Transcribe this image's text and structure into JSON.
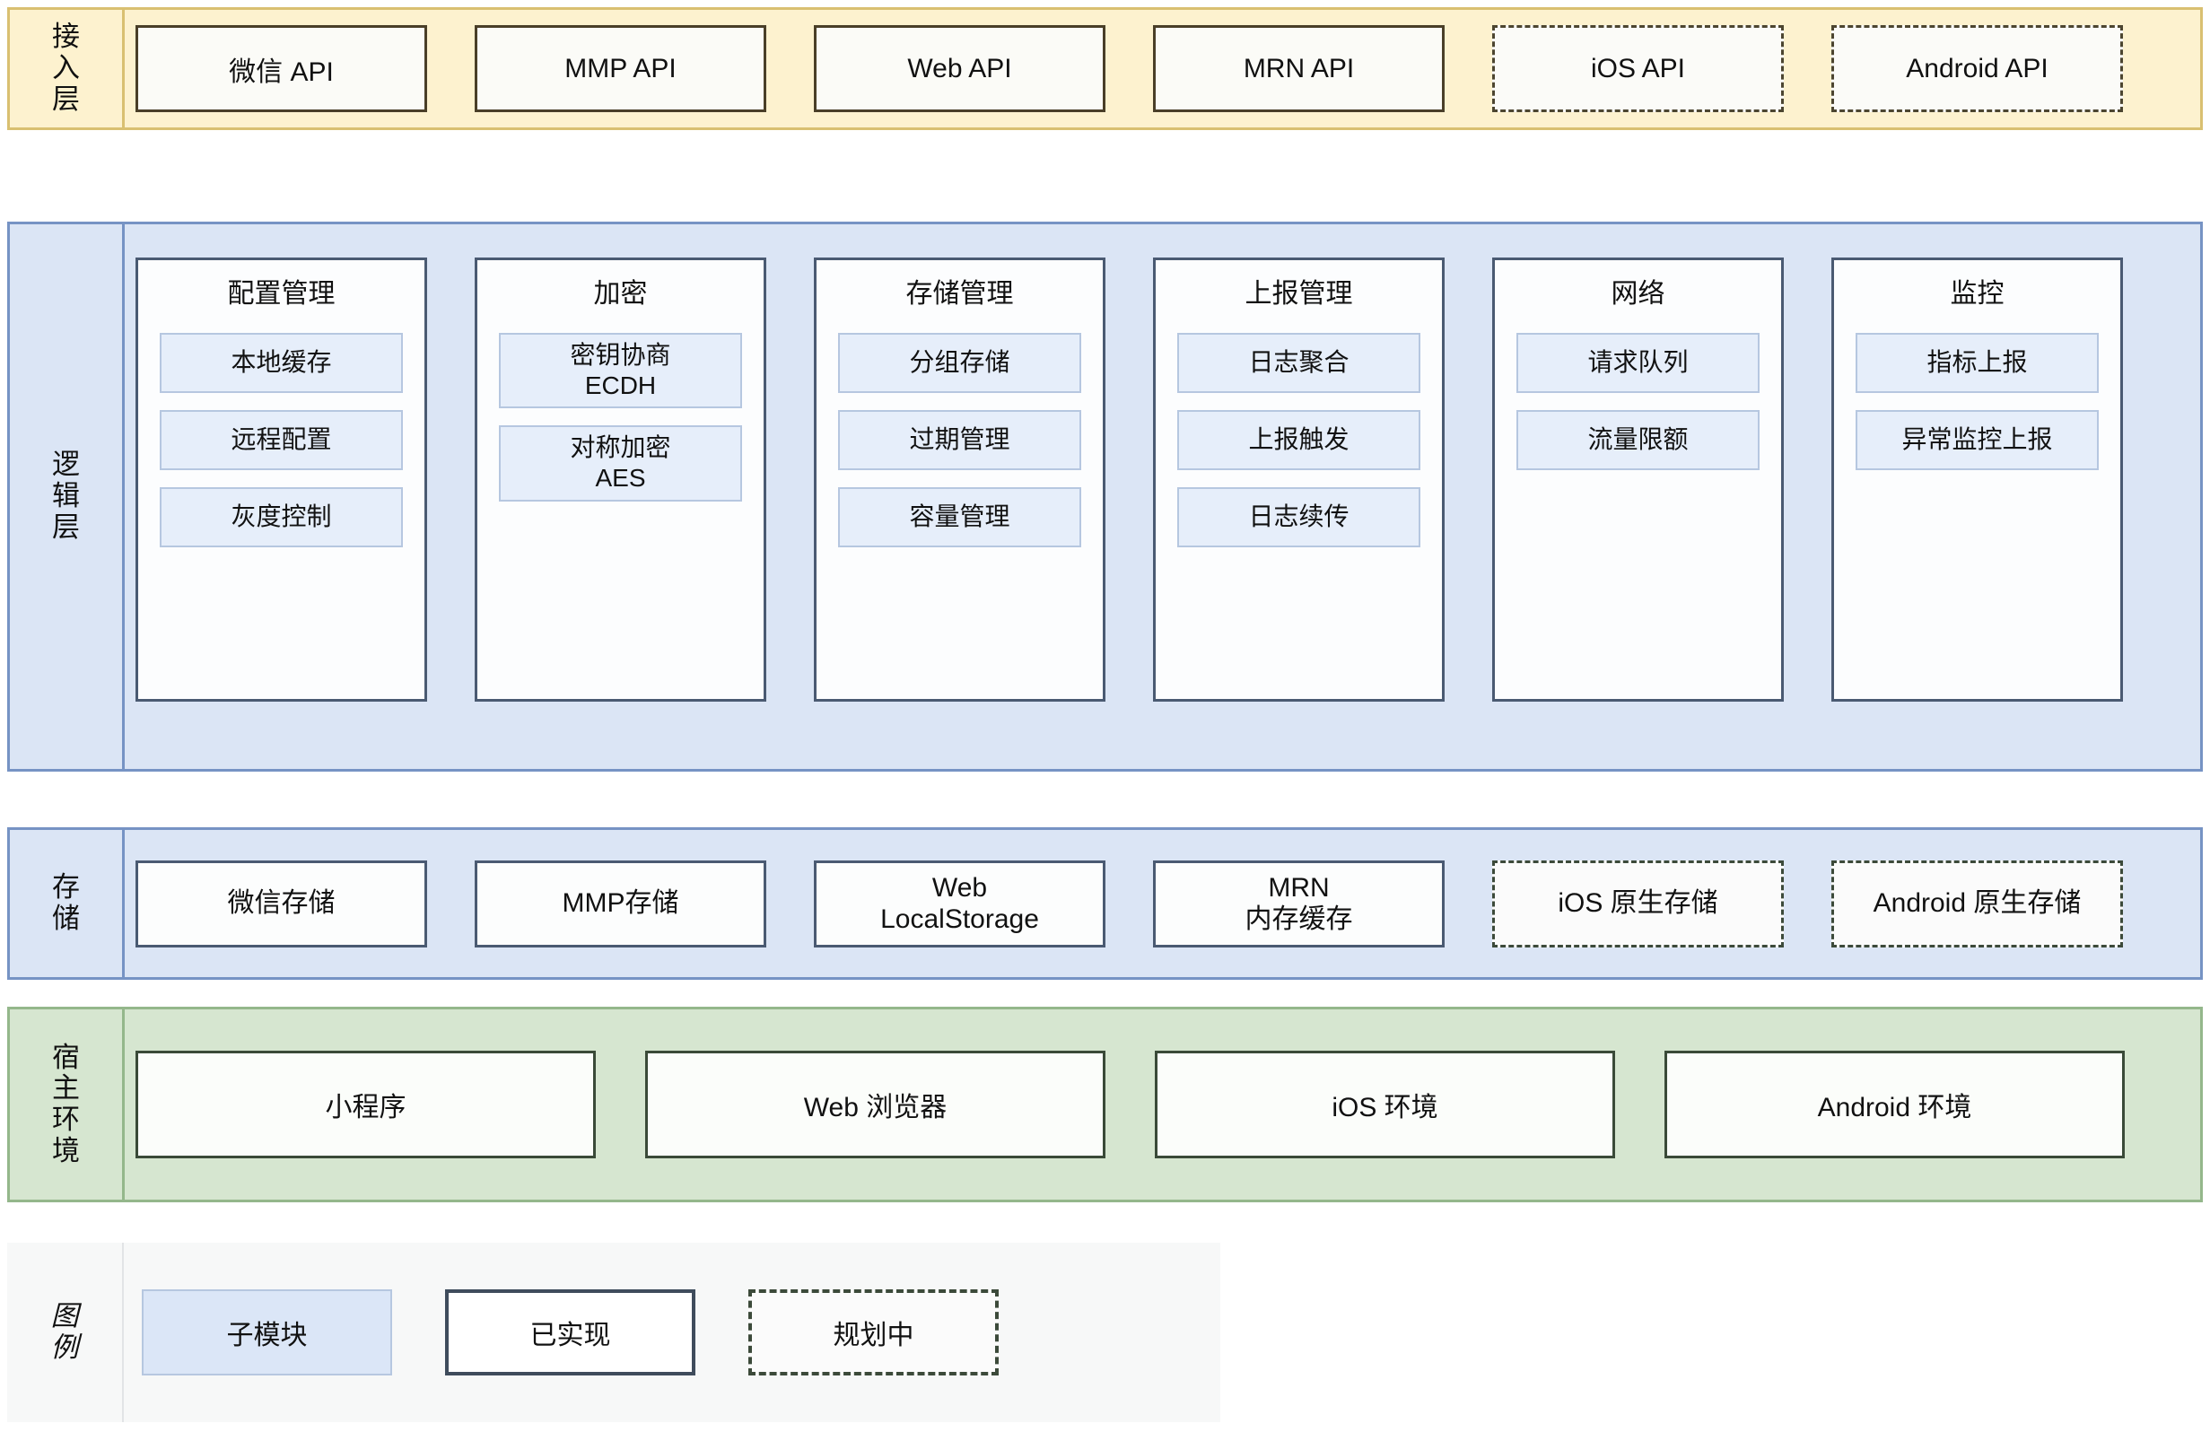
{
  "layers": {
    "access": {
      "label": "接入层",
      "items": [
        {
          "label": "微信 API",
          "status": "done"
        },
        {
          "label": "MMP API",
          "status": "done"
        },
        {
          "label": "Web API",
          "status": "done"
        },
        {
          "label": "MRN API",
          "status": "done"
        },
        {
          "label": "iOS API",
          "status": "planned"
        },
        {
          "label": "Android API",
          "status": "planned"
        }
      ]
    },
    "logic": {
      "label": "逻辑层",
      "modules": [
        {
          "title": "配置管理",
          "submodules": [
            {
              "line1": "本地缓存",
              "line2": ""
            },
            {
              "line1": "远程配置",
              "line2": ""
            },
            {
              "line1": "灰度控制",
              "line2": ""
            }
          ]
        },
        {
          "title": "加密",
          "submodules": [
            {
              "line1": "密钥协商",
              "line2": "ECDH"
            },
            {
              "line1": "对称加密",
              "line2": "AES"
            }
          ]
        },
        {
          "title": "存储管理",
          "submodules": [
            {
              "line1": "分组存储",
              "line2": ""
            },
            {
              "line1": "过期管理",
              "line2": ""
            },
            {
              "line1": "容量管理",
              "line2": ""
            }
          ]
        },
        {
          "title": "上报管理",
          "submodules": [
            {
              "line1": "日志聚合",
              "line2": ""
            },
            {
              "line1": "上报触发",
              "line2": ""
            },
            {
              "line1": "日志续传",
              "line2": ""
            }
          ]
        },
        {
          "title": "网络",
          "submodules": [
            {
              "line1": "请求队列",
              "line2": ""
            },
            {
              "line1": "流量限额",
              "line2": ""
            }
          ]
        },
        {
          "title": "监控",
          "submodules": [
            {
              "line1": "指标上报",
              "line2": ""
            },
            {
              "line1": "异常监控上报",
              "line2": ""
            }
          ]
        }
      ]
    },
    "storage": {
      "label": "存储",
      "items": [
        {
          "line1": "微信存储",
          "line2": "",
          "status": "done"
        },
        {
          "line1": "MMP存储",
          "line2": "",
          "status": "done"
        },
        {
          "line1": "Web",
          "line2": "LocalStorage",
          "status": "done"
        },
        {
          "line1": "MRN",
          "line2": "内存缓存",
          "status": "done"
        },
        {
          "line1": "iOS 原生存储",
          "line2": "",
          "status": "planned"
        },
        {
          "line1": "Android 原生存储",
          "line2": "",
          "status": "planned"
        }
      ]
    },
    "host": {
      "label": "宿主环境",
      "items": [
        {
          "label": "小程序"
        },
        {
          "label": "Web 浏览器"
        },
        {
          "label": "iOS 环境"
        },
        {
          "label": "Android 环境"
        }
      ]
    }
  },
  "legend": {
    "label": "图例",
    "items": [
      {
        "label": "子模块",
        "kind": "sub"
      },
      {
        "label": "已实现",
        "kind": "done"
      },
      {
        "label": "规划中",
        "kind": "planned"
      }
    ]
  },
  "colors": {
    "access_fill": "#fdf2cf",
    "access_border": "#d9c071",
    "access_box_border": "#4a3f28",
    "logic_fill": "#dbe5f5",
    "logic_border": "#7693c4",
    "module_border": "#4a5a72",
    "submodule_fill": "#e6eefa",
    "submodule_border": "#b6c7e0",
    "host_fill": "#d6e6d0",
    "host_border": "#94b78b",
    "host_box_border": "#3a4a38",
    "legend_fill": "#f7f8f8"
  }
}
